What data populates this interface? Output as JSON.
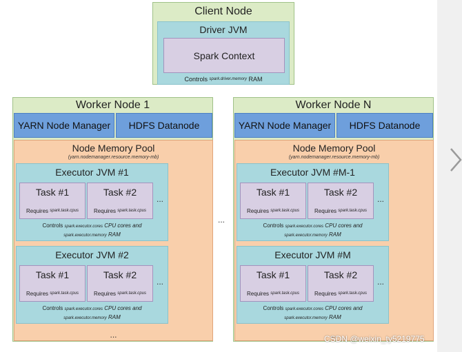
{
  "client": {
    "title": "Client Node",
    "driver_title": "Driver JVM",
    "spark_context": "Spark Context",
    "controls_prefix": "Controls",
    "controls_config": "spark.driver.memory",
    "controls_suffix": "RAM"
  },
  "workers": [
    {
      "title": "Worker Node 1",
      "yarn": "YARN Node Manager",
      "hdfs": "HDFS Datanode",
      "pool_title": "Node Memory Pool",
      "pool_sub": "(yarn.nodemanager.resource.memory-mb)",
      "executors": [
        {
          "title": "Executor JVM #1",
          "task_a": "Task #1",
          "task_b": "Task #2"
        },
        {
          "title": "Executor JVM #2",
          "task_a": "Task #1",
          "task_b": "Task #2"
        }
      ]
    },
    {
      "title": "Worker Node N",
      "yarn": "YARN Node Manager",
      "hdfs": "HDFS Datanode",
      "pool_title": "Node Memory Pool",
      "pool_sub": "(yarn.nodemanager.resource.memory-mb)",
      "executors": [
        {
          "title": "Executor JVM #M-1",
          "task_a": "Task #1",
          "task_b": "Task #2"
        },
        {
          "title": "Executor JVM #M",
          "task_a": "Task #1",
          "task_b": "Task #2"
        }
      ]
    }
  ],
  "common": {
    "requires_prefix": "Requires",
    "requires_config": "spark.task.cpus",
    "exec_controls_prefix": "Controls",
    "exec_controls_cores": "spark.executor.cores",
    "exec_controls_mid": "CPU cores and",
    "exec_controls_memory": "spark.executor.memory",
    "exec_controls_suffix": "RAM",
    "ellipsis": "..."
  },
  "watermark": "CSDN @weixin_ty5219775",
  "icons": {
    "next": "chevron-right-icon"
  }
}
